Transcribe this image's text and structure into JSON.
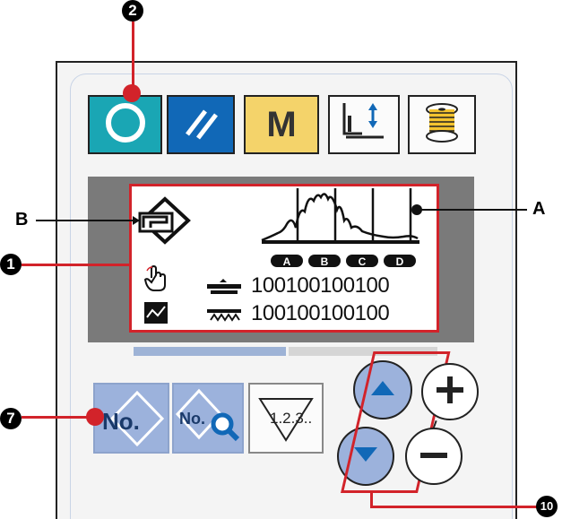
{
  "callouts": {
    "c1": "❶",
    "c2": "❷",
    "c7": "❼",
    "c10": "❿",
    "a": "A",
    "b": "B"
  },
  "top_buttons": {
    "menu_label": "M"
  },
  "lcd": {
    "zones": [
      "A",
      "B",
      "C",
      "D"
    ],
    "row1": "100100100100",
    "row2": "100100100100"
  },
  "bottom_buttons": {
    "no_label": "No.",
    "no_search_label": "No.",
    "counter_label": "1.2.3.."
  },
  "colors": {
    "teal": "#1aa6b4",
    "blue": "#1168b7",
    "yellow": "#f4d36a",
    "red": "#d2232a",
    "lightblue": "#9cb2dc"
  },
  "icons": [
    "ready-icon",
    "reset-icon",
    "mode-icon",
    "presser-lift-icon",
    "thread-winder-icon",
    "sewing-machine-icon",
    "program-select-icon",
    "hand-icon",
    "pattern-icon",
    "tension-icon",
    "feed-icon",
    "up-icon",
    "down-icon",
    "plus-icon",
    "minus-icon",
    "search-icon"
  ]
}
